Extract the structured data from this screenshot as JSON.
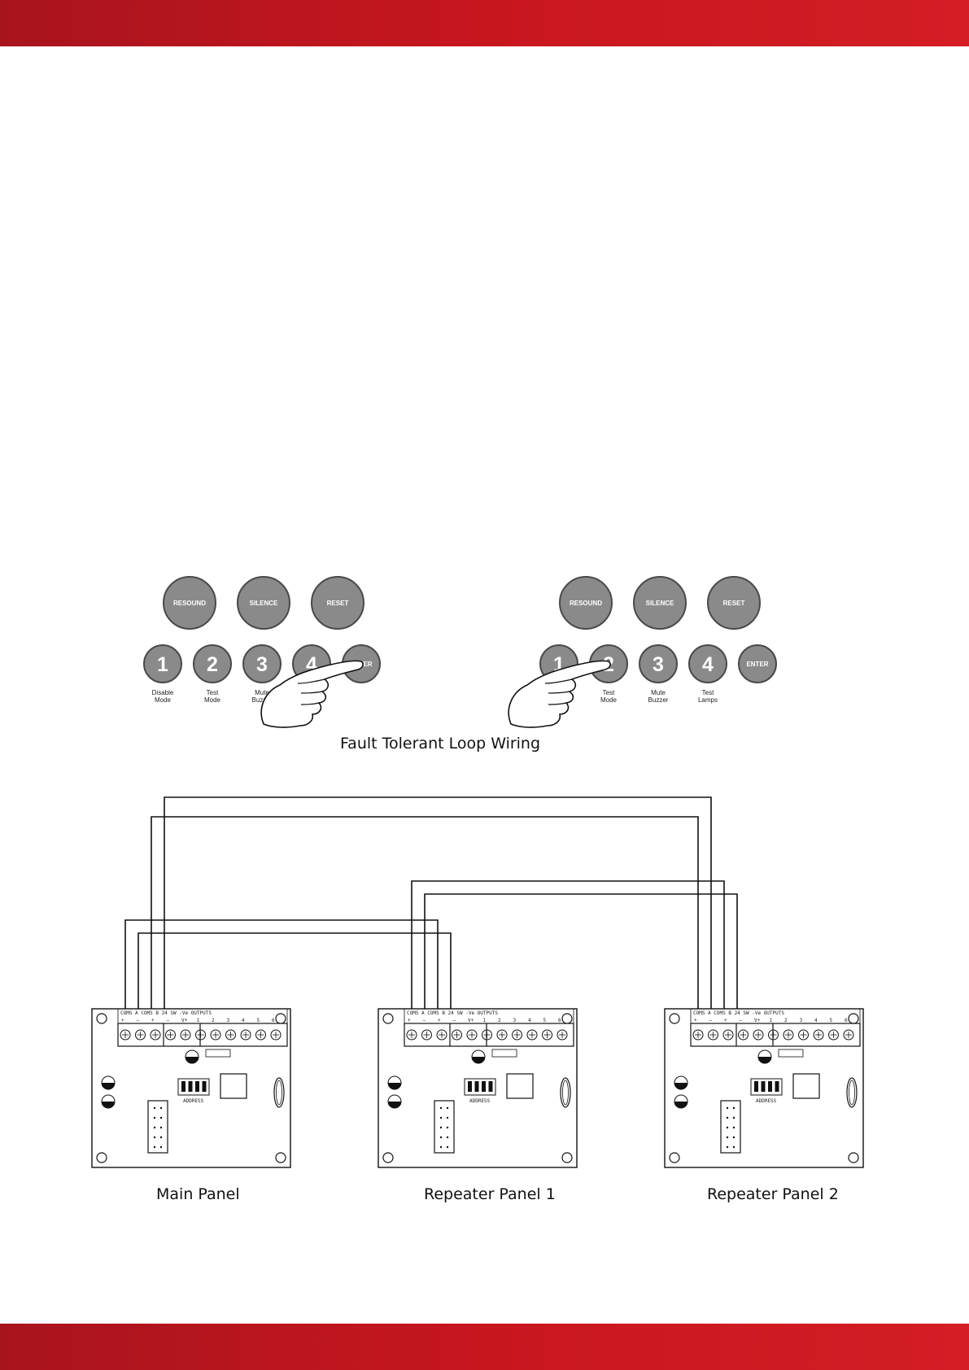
{
  "colors": {
    "band": "#c8161f",
    "button_fill": "#8a8a8a",
    "button_stroke": "#4a4a4a"
  },
  "keypad": {
    "top_buttons": [
      "RESOUND",
      "SILENCE",
      "RESET"
    ],
    "number_buttons": [
      "1",
      "2",
      "3",
      "4"
    ],
    "enter_label": "ENTER",
    "function_labels": [
      {
        "line1": "Disable",
        "line2": "Mode"
      },
      {
        "line1": "Test",
        "line2": "Mode"
      },
      {
        "line1": "Mute",
        "line2": "Buzzer"
      },
      {
        "line1": "Test",
        "line2": "Lamps"
      }
    ],
    "left_pointer": "pointing-hand-icon at ENTER",
    "right_pointer": "pointing-hand-icon at 2"
  },
  "caption": "Fault Tolerant Loop Wiring",
  "board": {
    "header_text": "COMS A  COMS B  24  SW -Ve OUTPUTS",
    "terminal_signs": [
      "+",
      "−",
      "+",
      "−",
      "V+",
      "1",
      "2",
      "3",
      "4",
      "5",
      "6"
    ],
    "address_label": "ADDRESS"
  },
  "panels": [
    {
      "label": "Main Panel"
    },
    {
      "label": "Repeater Panel 1"
    },
    {
      "label": "Repeater Panel 2"
    }
  ]
}
